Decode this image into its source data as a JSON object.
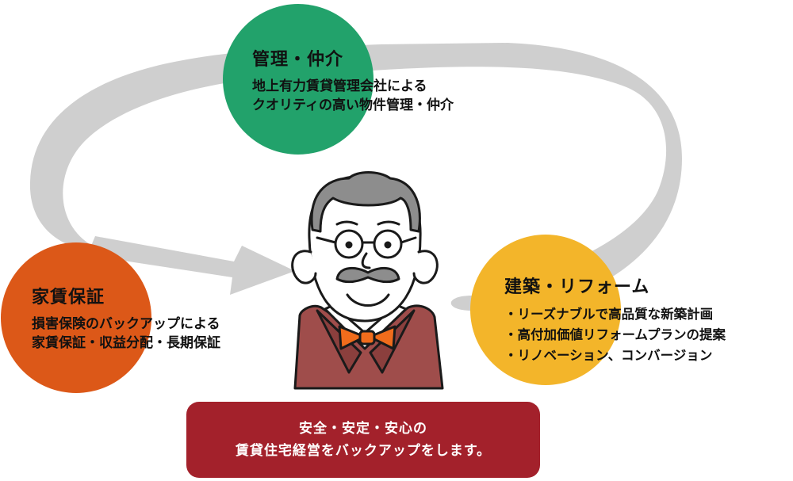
{
  "colors": {
    "manage_circle": "#22a26b",
    "guarantee_circle": "#dc5818",
    "build_circle": "#f3b52a",
    "banner": "#a3212b",
    "cycle_arrow": "#cfcfcf",
    "suit": "#9f4d4b",
    "bowtie": "#f06c1c"
  },
  "icons": {
    "cycle": "cycle-arrow-icon",
    "person": "landlord-man-illustration"
  },
  "manage": {
    "title": "管理・仲介",
    "lines": [
      "地上有力賃貸管理会社による",
      "クオリティの高い物件管理・仲介"
    ]
  },
  "guarantee": {
    "title": "家賃保証",
    "lines": [
      "損害保険のバックアップによる",
      "家賃保証・収益分配・長期保証"
    ]
  },
  "build": {
    "title": "建築・リフォーム",
    "lines": [
      "・リーズナブルで高品質な新築計画",
      "・高付加価値リフォームプランの提案",
      "・リノベーション、コンバージョン"
    ]
  },
  "banner": {
    "lines": [
      "安全・安定・安心の",
      "賃貸住宅経営をバックアップをします。"
    ]
  }
}
